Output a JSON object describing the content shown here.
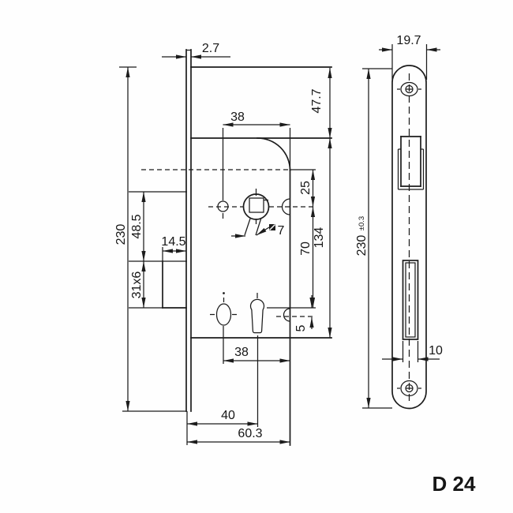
{
  "drawing": {
    "model_label": "D 24",
    "side_view": {
      "dim_faceplate_thickness": "2.7",
      "dim_top_section_height": "47.7",
      "dim_hole_span_top": "38",
      "dim_ref_to_spindle": "25",
      "dim_spindle_square": "7",
      "dim_case_height": "134",
      "dim_spindle_to_keyhole": "70",
      "dim_keyhole_offset": "5",
      "dim_hole_span_bottom": "38",
      "dim_backset": "40",
      "dim_total_depth": "60.3",
      "dim_faceplate_height": "230",
      "dim_upper_edge_to_bolt": "48.5",
      "dim_bolt_throw": "14.5",
      "dim_bolt_cross_section": "31x6"
    },
    "front_view": {
      "dim_faceplate_width": "19.7",
      "dim_faceplate_height": "230",
      "dim_height_tolerance": "±0.3",
      "dim_deadbolt_width": "10"
    }
  }
}
